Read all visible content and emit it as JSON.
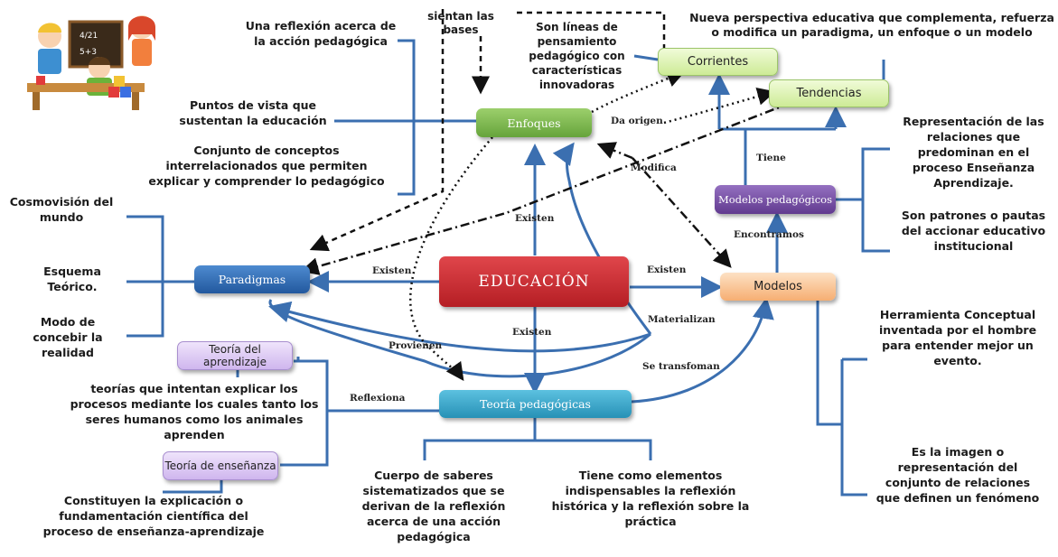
{
  "nodes": {
    "educacion": "EDUCACIÓN",
    "enfoques": "Enfoques",
    "paradigmas": "Paradigmas",
    "modelos": "Modelos",
    "modelos_pedagogicos": "Modelos pedagógicos",
    "teoria_pedagogicas": "Teoría pedagógicas",
    "corrientes": "Corrientes",
    "tendencias": "Tendencias",
    "teoria_aprendizaje": "Teoría del aprendizaje",
    "teoria_ensenanza": "Teoría de enseñanza"
  },
  "links": {
    "existen_top": "Existen",
    "existen_left": "Existen",
    "existen_right": "Existen",
    "existen_bottom": "Existen",
    "da_origen": "Da origen",
    "modifica": "Modifica",
    "tiene": "Tiene",
    "encontramos": "Encontramos",
    "materializan": "Materializan",
    "se_transforman": "Se transfoman",
    "provienen": "Provienen",
    "reflexiona": "Reflexiona"
  },
  "notes": {
    "sientan": "sientan las bases",
    "reflexion": "Una reflexión acerca de la acción pedagógica",
    "puntos": "Puntos de vista que sustentan la educación",
    "conjunto": "Conjunto de conceptos interrelacionados que permiten explicar y comprender lo pedagógico",
    "lineas": "Son líneas de pensamiento pedagógico con características innovadoras",
    "nueva": "Nueva perspectiva educativa que complementa, refuerza o modifica un paradigma, un enfoque o un modelo",
    "representacion": "Representación de las relaciones que predominan en el proceso Enseñanza Aprendizaje.",
    "patrones": "Son patrones o pautas del accionar educativo institucional",
    "cosmovision": "Cosmovisión del mundo",
    "esquema": "Esquema Teórico.",
    "modo": "Modo de concebir la realidad",
    "herramienta": "Herramienta Conceptual inventada por el hombre para entender mejor un evento.",
    "imagen": "Es la imagen o representación del conjunto de relaciones que definen un fenómeno",
    "teorias": "teorías que intentan explicar los procesos mediante los cuales tanto los seres humanos como los animales aprenden",
    "constituyen": "Constituyen la explicación o fundamentación científica del proceso de enseñanza-aprendizaje",
    "cuerpo": "Cuerpo de saberes sistematizados que se derivan de la reflexión acerca de una acción pedagógica",
    "tiene_elementos": "Tiene como elementos indispensables la reflexión histórica y la reflexión sobre la práctica"
  },
  "clipart": {
    "board_text": "4/21\n5+3"
  },
  "colors": {
    "line_blue": "#3b6fb0",
    "educacion": "#c0272d",
    "enfoques": "#7ab648",
    "paradigmas": "#2e6db5",
    "modelos": "#f9c08e",
    "modelos_pedagogicos": "#7a4fa6",
    "teoria_pedagogicas": "#36a6c9",
    "corrientes": "#dff3b8",
    "tendencias": "#dff3b8",
    "teoria_purple": "#dccaf2"
  }
}
